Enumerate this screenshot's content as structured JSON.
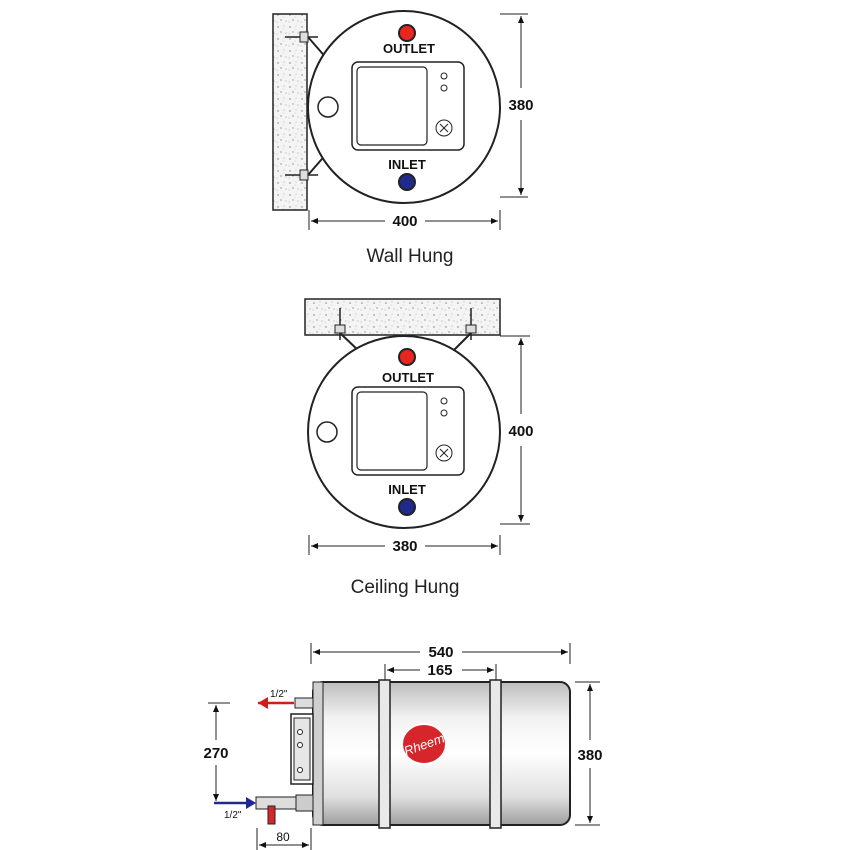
{
  "wall_hung": {
    "caption": "Wall Hung",
    "outlet_label": "OUTLET",
    "inlet_label": "INLET",
    "height_dim": "380",
    "width_dim": "400"
  },
  "ceiling_hung": {
    "caption": "Ceiling Hung",
    "outlet_label": "OUTLET",
    "inlet_label": "INLET",
    "height_dim": "400",
    "width_dim": "380"
  },
  "side_view": {
    "length_dim": "540",
    "strap_spacing_dim": "165",
    "height_dim": "380",
    "inlet_height_dim": "270",
    "outlet_pipe_size": "1/2\"",
    "inlet_pipe_size": "1/2\"",
    "inlet_offset_dim": "80",
    "brand_logo": "Rheem"
  },
  "colors": {
    "outlet_hot": "#e8251f",
    "inlet_cold": "#1f2a8c",
    "arrow_hot": "#cc1f1a",
    "arrow_cold": "#1f2a8c",
    "logo_red": "#d7262b"
  }
}
